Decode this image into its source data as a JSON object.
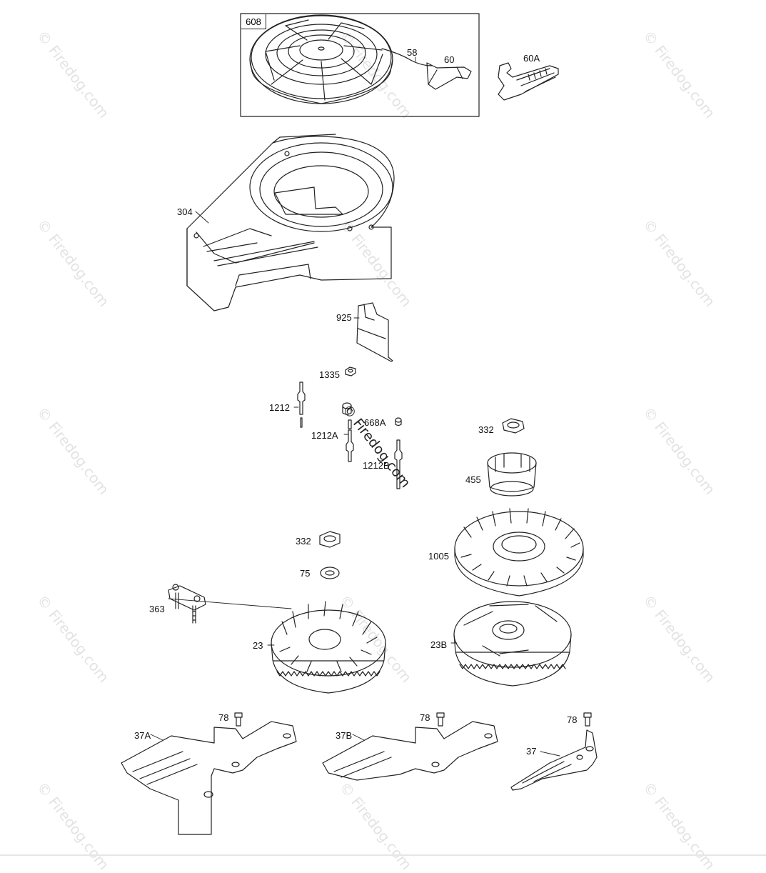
{
  "watermark": "© Firedog.com",
  "kit_box_label": "608",
  "labels": {
    "p58": "58",
    "p60": "60",
    "p60A": "60A",
    "p304": "304",
    "p925": "925",
    "p1335": "1335",
    "p1212": "1212",
    "p668A": "668A",
    "p1212A": "1212A",
    "p1212B": "1212B",
    "p332_top": "332",
    "p455": "455",
    "p332_mid": "332",
    "p1005": "1005",
    "p75": "75",
    "p363": "363",
    "p23": "23",
    "p23B": "23B",
    "p78_a": "78",
    "p78_b": "78",
    "p78_c": "78",
    "p37A": "37A",
    "p37B": "37B",
    "p37": "37"
  }
}
